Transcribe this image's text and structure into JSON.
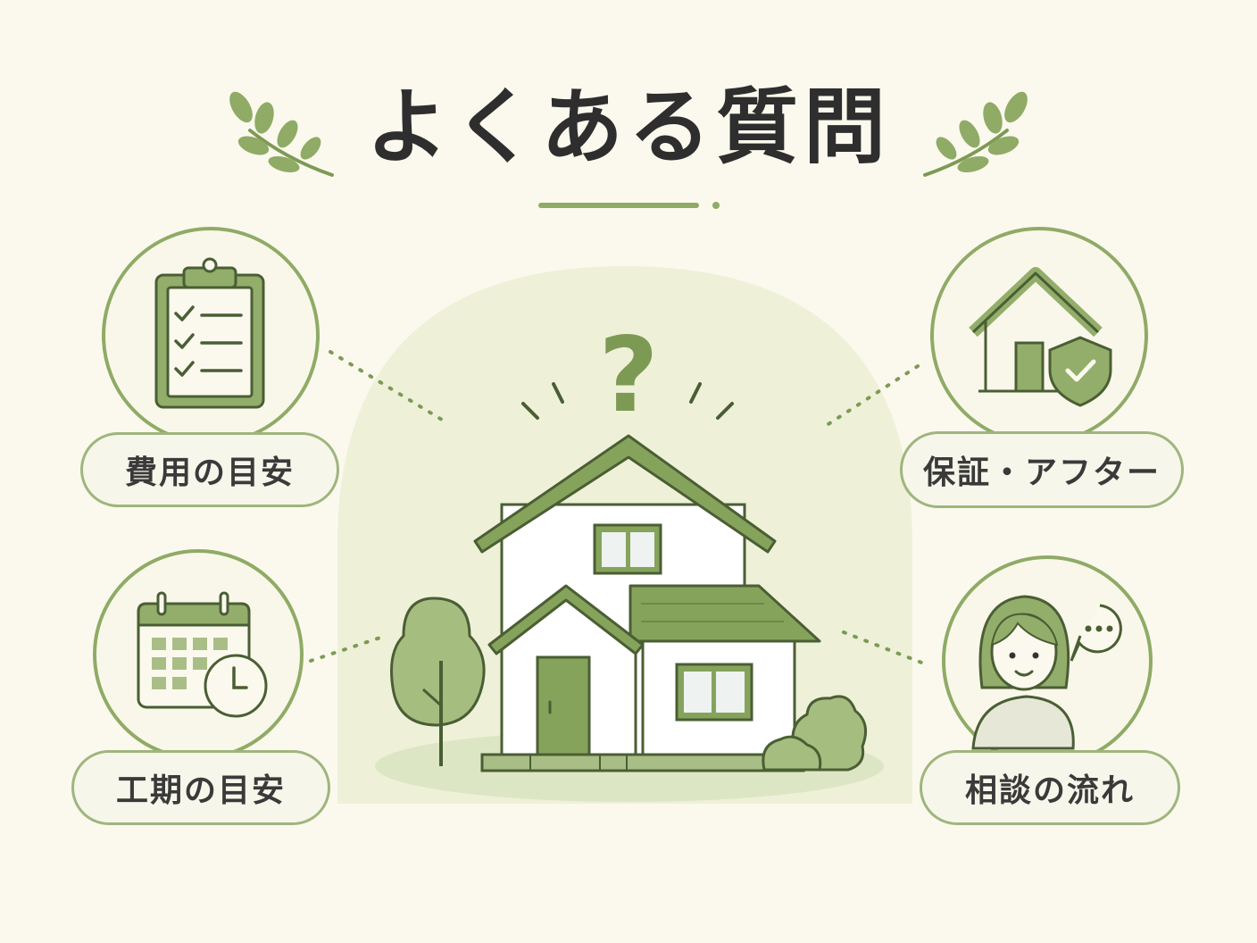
{
  "title": "よくある質問",
  "topics": {
    "cost": {
      "label": "費用の目安",
      "icon": "clipboard-checklist-icon"
    },
    "period": {
      "label": "工期の目安",
      "icon": "calendar-clock-icon"
    },
    "warranty": {
      "label": "保証・アフター",
      "icon": "house-shield-icon"
    },
    "consultation": {
      "label": "相談の流れ",
      "icon": "person-speech-icon"
    }
  },
  "center": {
    "glyph": "?",
    "icon": "house-question-icon"
  },
  "colors": {
    "background": "#fbf9ee",
    "accent": "#7d9a55",
    "accent_light": "#a9be86",
    "text": "#2e2e2e"
  }
}
